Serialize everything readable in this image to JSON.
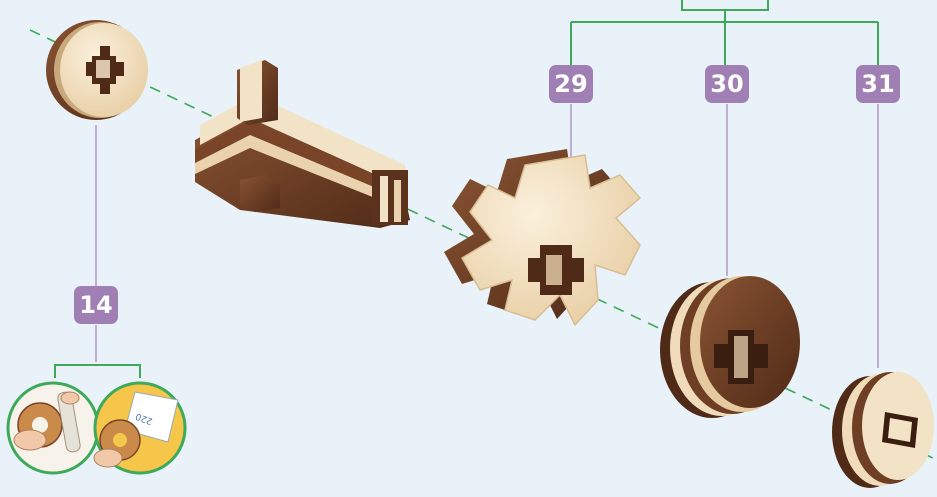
{
  "labels": {
    "part_14": "14",
    "part_29": "29",
    "part_30": "30",
    "part_31": "31"
  },
  "detail": {
    "sandpaper_grit": "220"
  },
  "colors": {
    "background": "#e8f2f8",
    "badge": "#a07fb4",
    "green_line": "#3ea95a",
    "purple_line": "#b79cc8",
    "wood_light": "#f3e3c6",
    "wood_dark": "#6e3f24"
  }
}
